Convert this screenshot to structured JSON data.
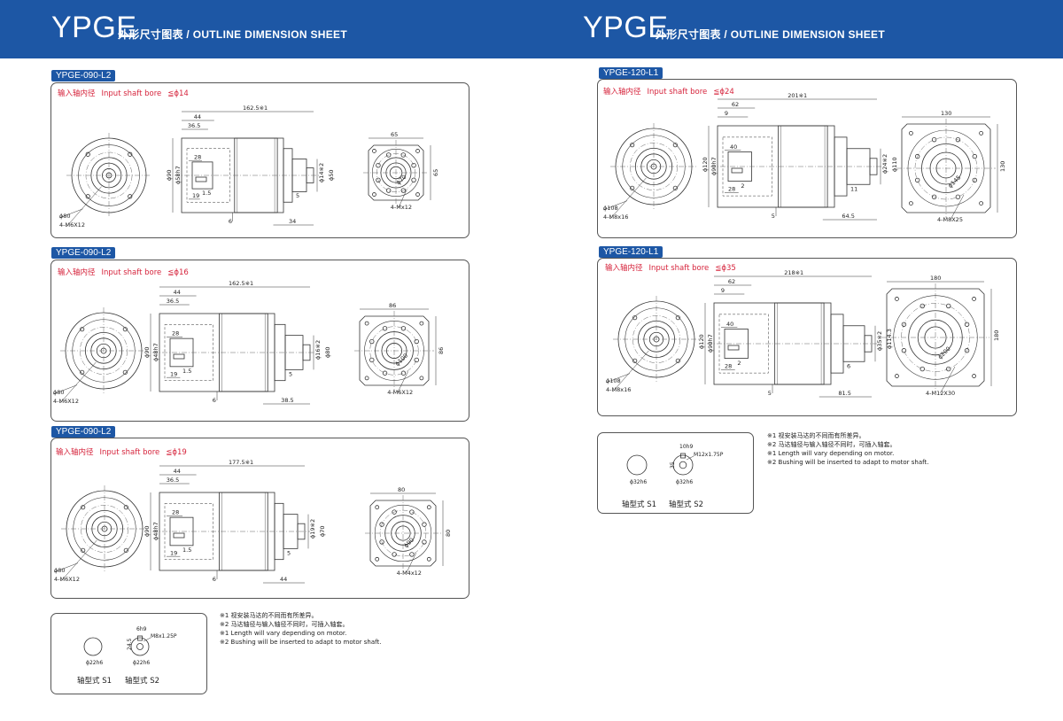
{
  "header": {
    "model": "YPGE",
    "subtitle": "外形尺寸图表 / OUTLINE DIMENSION SHEET"
  },
  "panels": {
    "p1": {
      "code": "YPGE-090-L2",
      "bore_cn": "输入轴内径",
      "bore_en": "Input shaft bore",
      "bore_val": "≦ϕ14",
      "d_total": "162.5※1",
      "d_a": "44",
      "d_b": "36.5",
      "d_c": "28",
      "d_d": "19",
      "d_e": "1.5",
      "d_f": "6",
      "d_g": "34",
      "d_h": "5",
      "d_shaft": "ϕ14※2",
      "d_pilot": "ϕ50",
      "d_sq": "65",
      "d_sq2": "65",
      "d_pcd": "ϕ70",
      "d_body": "ϕ90",
      "d_fit": "ϕ58h7",
      "d_bolt": "ϕ80",
      "d_holes": "4-M6X12",
      "d_holes2": "4-Mx12"
    },
    "p2": {
      "code": "YPGE-090-L2",
      "bore_cn": "输入轴内径",
      "bore_en": "Input shaft bore",
      "bore_val": "≦ϕ16",
      "d_total": "162.5※1",
      "d_a": "44",
      "d_b": "36.5",
      "d_c": "28",
      "d_d": "19",
      "d_e": "1.5",
      "d_f": "6",
      "d_g": "38.5",
      "d_h": "5",
      "d_shaft": "ϕ16※2",
      "d_pilot": "ϕ80",
      "d_sq": "86",
      "d_sq2": "86",
      "d_pcd": "ϕ100",
      "d_body": "ϕ90",
      "d_fit": "ϕ48h7",
      "d_bolt": "ϕ80",
      "d_holes": "4-M6X12",
      "d_holes2": "4-M6X12"
    },
    "p3": {
      "code": "YPGE-090-L2",
      "bore_cn": "输入轴内径",
      "bore_en": "Input shaft bore",
      "bore_val": "≦ϕ19",
      "d_total": "177.5※1",
      "d_a": "44",
      "d_b": "36.5",
      "d_c": "28",
      "d_d": "19",
      "d_e": "1.5",
      "d_f": "6",
      "d_g": "44",
      "d_h": "5",
      "d_shaft": "ϕ19※2",
      "d_pilot": "ϕ70",
      "d_sq": "80",
      "d_sq2": "80",
      "d_pcd": "ϕ90",
      "d_body": "ϕ90",
      "d_fit": "ϕ48h7",
      "d_bolt": "ϕ80",
      "d_holes": "4-M6X12",
      "d_holes2": "4-M4x12"
    },
    "p4": {
      "code": "YPGE-120-L1",
      "bore_cn": "输入轴内径",
      "bore_en": "Input shaft bore",
      "bore_val": "≦ϕ24",
      "d_total": "201※1",
      "d_a": "62",
      "d_b": "9",
      "d_c": "40",
      "d_d": "28",
      "d_e": "2",
      "d_f": "5",
      "d_g": "64.5",
      "d_h": "11",
      "d_shaft": "ϕ24※2",
      "d_pilot": "ϕ110",
      "d_sq": "130",
      "d_sq2": "130",
      "d_pcd": "ϕ145",
      "d_body": "ϕ120",
      "d_fit": "ϕ90h7",
      "d_bolt": "ϕ108",
      "d_holes": "4-M8x16",
      "d_holes2": "4-M8X25"
    },
    "p5": {
      "code": "YPGE-120-L1",
      "bore_cn": "输入轴内径",
      "bore_en": "Input shaft bore",
      "bore_val": "≦ϕ35",
      "d_total": "218※1",
      "d_a": "62",
      "d_b": "9",
      "d_c": "40",
      "d_d": "28",
      "d_e": "2",
      "d_f": "5",
      "d_g": "81.5",
      "d_h": "6",
      "d_shaft": "ϕ35※2",
      "d_pilot": "ϕ114.3",
      "d_sq": "180",
      "d_sq2": "180",
      "d_pcd": "ϕ200",
      "d_body": "ϕ120",
      "d_fit": "ϕ90h7",
      "d_bolt": "ϕ108",
      "d_holes": "4-M8x16",
      "d_holes2": "4-M12X30"
    }
  },
  "shaft_left": {
    "key": "6h9",
    "height": "24.5",
    "thread": "M8x1.25P",
    "dia1": "ϕ22h6",
    "dia2": "ϕ22h6",
    "s1": "轴型式 S1",
    "s2": "轴型式 S2"
  },
  "shaft_right": {
    "key": "10h9",
    "height": "35",
    "thread": "M12x1.75P",
    "dia1": "ϕ32h6",
    "dia2": "ϕ32h6",
    "s1": "轴型式 S1",
    "s2": "轴型式 S2"
  },
  "notes": [
    "※1  视安装马达的不同而有所差异。",
    "※2  马达轴径与输入轴径不同时，可插入轴套。",
    "※1  Length will vary depending on motor.",
    "※2  Bushing will be inserted to adapt to motor shaft."
  ],
  "colors": {
    "brand": "#1d57a5",
    "accent_red": "#d6243c",
    "line": "#333333"
  }
}
